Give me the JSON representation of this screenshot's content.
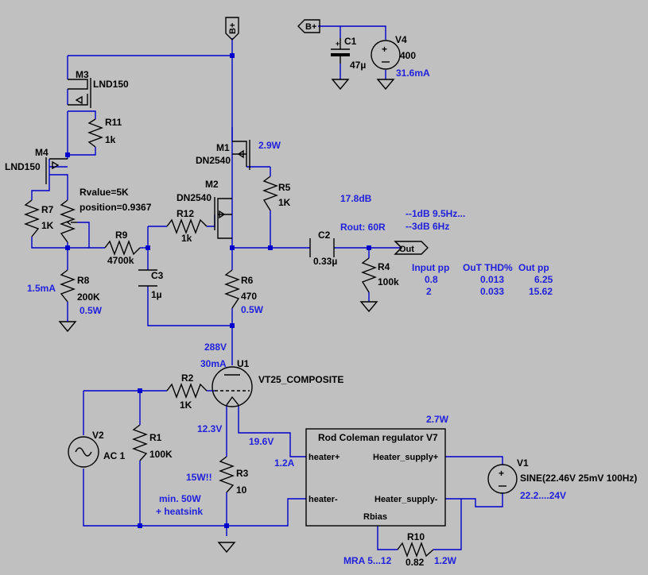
{
  "ports": {
    "bplus_top": "B+",
    "bplus_supply": "B+",
    "out": "Out"
  },
  "supply": {
    "c1_name": "C1",
    "c1_value": "47µ",
    "v4_name": "V4",
    "v4_value": "400",
    "v4_current": "31.6mA"
  },
  "m3": {
    "name": "M3",
    "model": "LND150"
  },
  "r11": {
    "name": "R11",
    "value": "1k"
  },
  "m4": {
    "name": "M4",
    "model": "LND150"
  },
  "r7": {
    "name": "R7",
    "value": "1K"
  },
  "pot": {
    "value": "Rvalue=5K",
    "position": "position=0.9367"
  },
  "r9": {
    "name": "R9",
    "value": "4700k"
  },
  "r8": {
    "name": "R8",
    "value": "200K",
    "power": "0.5W",
    "current": "1.5mA"
  },
  "c3": {
    "name": "C3",
    "value": "1µ"
  },
  "m1": {
    "name": "M1",
    "model": "DN2540",
    "power": "2.9W"
  },
  "m2": {
    "name": "M2",
    "model": "DN2540"
  },
  "r12": {
    "name": "R12",
    "value": "1k"
  },
  "r5": {
    "name": "R5",
    "value": "1K"
  },
  "r6": {
    "name": "R6",
    "value": "470",
    "power": "0.5W"
  },
  "c2": {
    "name": "C2",
    "value": "0.33µ"
  },
  "r4": {
    "name": "R4",
    "value": "100k"
  },
  "notes": {
    "gain": "17.8dB",
    "rout": "Rout: 60R",
    "bw1": "--1dB  9.5Hz...",
    "bw3": "--3dB  6Hz"
  },
  "results_table": {
    "headers": [
      "Input pp",
      "OuT THD%",
      "Out pp"
    ],
    "rows": [
      [
        "0.8",
        "0.013",
        "6.25"
      ],
      [
        "2",
        "0.033",
        "15.62"
      ]
    ]
  },
  "tube": {
    "anode_voltage": "288V",
    "current": "30mA",
    "name": "U1",
    "model": "VT25_COMPOSITE",
    "cathode_voltage": "12.3V",
    "heater_voltage": "19.6V",
    "heater_current": "1.2A"
  },
  "r2": {
    "name": "R2",
    "value": "1K"
  },
  "v2": {
    "name": "V2",
    "value": "AC 1"
  },
  "r1": {
    "name": "R1",
    "value": "100K"
  },
  "r3": {
    "name": "R3",
    "value": "10",
    "power_warning": "15W!!",
    "note1": "min. 50W",
    "note2": "+ heatsink"
  },
  "regulator": {
    "title": "Rod Coleman regulator V7",
    "power": "2.7W",
    "pin_heater_plus": "heater+",
    "pin_heater_minus": "heater-",
    "pin_supply_plus": "Heater_supply+",
    "pin_supply_minus": "Heater_supply-",
    "pin_rbias": "Rbias"
  },
  "v1": {
    "name": "V1",
    "value": "SINE(22.46V 25mV 100Hz)",
    "range": "22.2....24V"
  },
  "r10": {
    "name": "R10",
    "value": "0.82",
    "power": "1.2W",
    "note": "MRA 5...12"
  }
}
